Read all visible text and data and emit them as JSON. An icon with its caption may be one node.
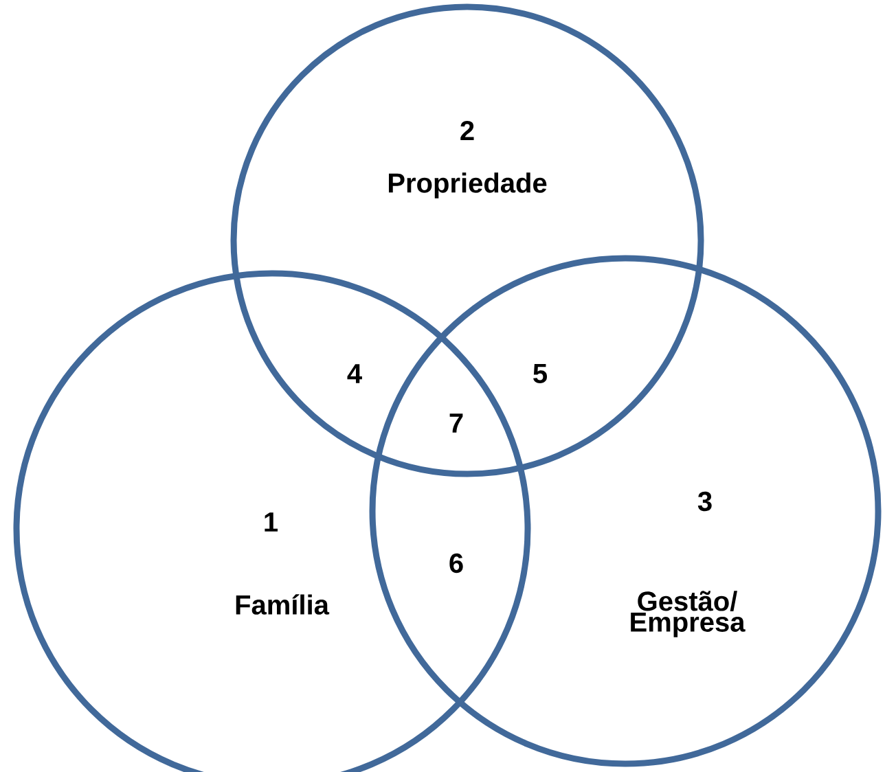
{
  "diagram": {
    "nodes": [
      {
        "text": [
          "2",
          "Propriedade"
        ]
      },
      {
        "text": [
          "1",
          "Família"
        ]
      },
      {
        "text": [
          "3",
          "Gestão/ Empresa"
        ]
      }
    ],
    "labels": [
      "4",
      "5",
      "7",
      "6"
    ]
  }
}
